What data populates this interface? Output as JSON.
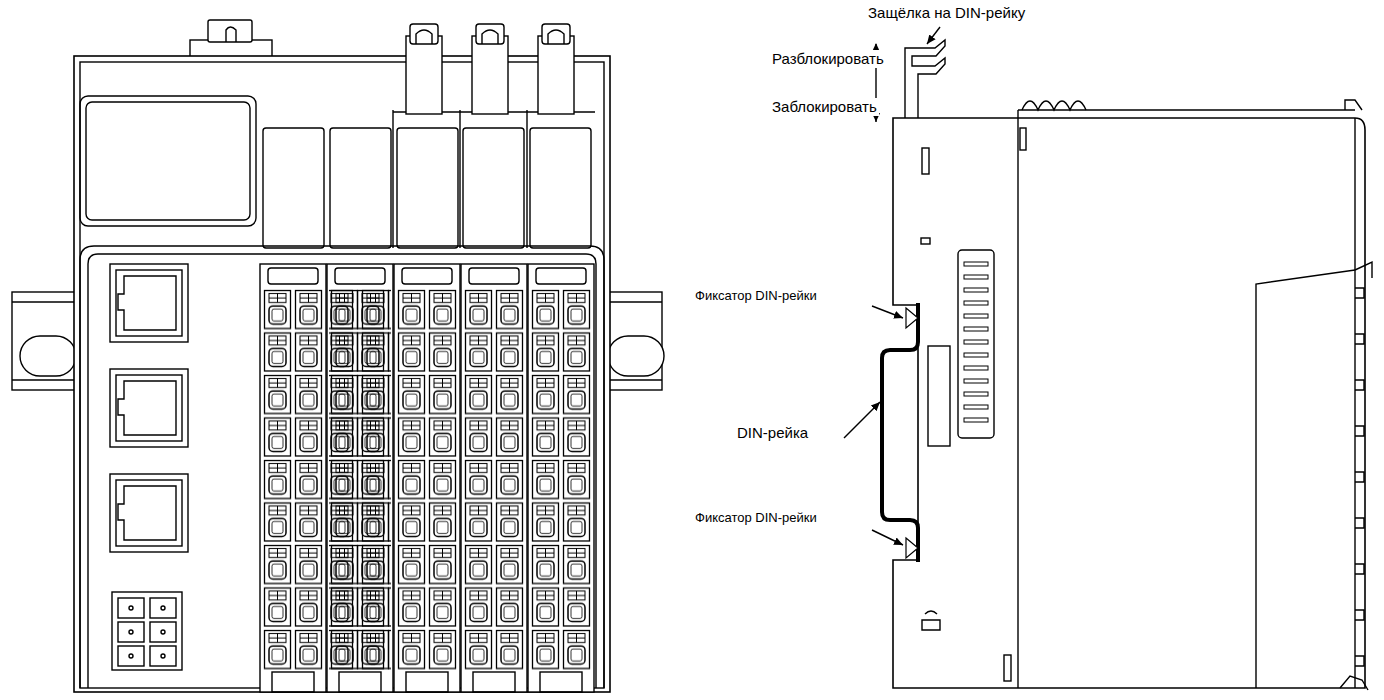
{
  "diagram": {
    "labels": [
      "Защёлка на DIN-рейку",
      "Разблокировать",
      "Заблокировать",
      "Фиксатор DIN-рейки",
      "DIN-рейка",
      "Фиксатор DIN-рейки"
    ]
  }
}
